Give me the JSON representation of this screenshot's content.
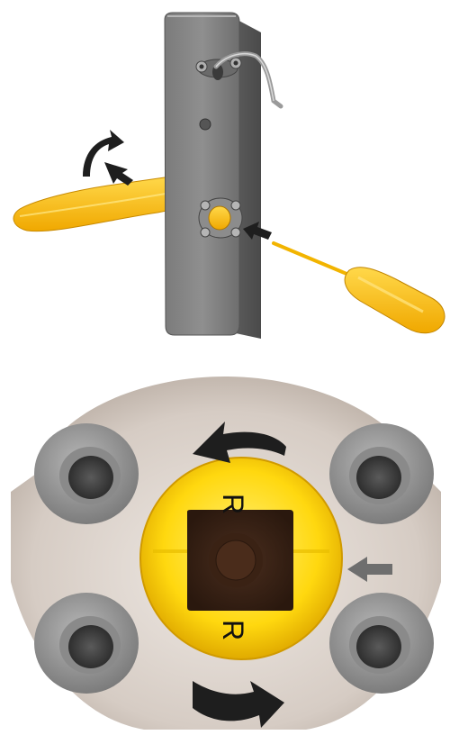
{
  "illustration": {
    "top_view": {
      "parts": [
        "door-plate",
        "lever-handle",
        "screwdriver",
        "spring-clip"
      ],
      "arrows": [
        "rotate-arrow-icon",
        "push-arrow-icon",
        "insert-arrow-icon"
      ]
    },
    "detail_view": {
      "hub_markings": {
        "top": "R",
        "bottom": "R"
      },
      "arrows": [
        "rotate-counterclockwise-icon",
        "rotate-clockwise-icon",
        "direction-left-arrow-icon"
      ]
    }
  },
  "colors": {
    "plate": "#8a8a8a",
    "handle": "#ffc62a",
    "arrow": "#222222",
    "detail_background": "#d8cfc7",
    "hub": "#ffd21a",
    "bosses": "#9a9a9a"
  }
}
